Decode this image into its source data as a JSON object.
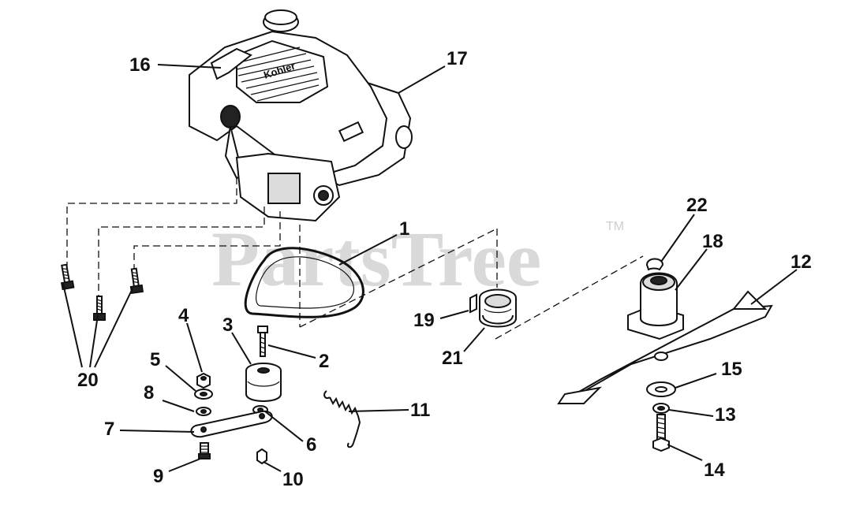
{
  "watermark": {
    "text": "PartsTree",
    "trademark": "TM"
  },
  "engine_badge_text": "Kohler",
  "callouts": [
    {
      "id": "1",
      "label": "1"
    },
    {
      "id": "2",
      "label": "2"
    },
    {
      "id": "3",
      "label": "3"
    },
    {
      "id": "4",
      "label": "4"
    },
    {
      "id": "5",
      "label": "5"
    },
    {
      "id": "6",
      "label": "6"
    },
    {
      "id": "7",
      "label": "7"
    },
    {
      "id": "8",
      "label": "8"
    },
    {
      "id": "9",
      "label": "9"
    },
    {
      "id": "10",
      "label": "10"
    },
    {
      "id": "11",
      "label": "11"
    },
    {
      "id": "12",
      "label": "12"
    },
    {
      "id": "13",
      "label": "13"
    },
    {
      "id": "14",
      "label": "14"
    },
    {
      "id": "15",
      "label": "15"
    },
    {
      "id": "16",
      "label": "16"
    },
    {
      "id": "17",
      "label": "17"
    },
    {
      "id": "18",
      "label": "18"
    },
    {
      "id": "19",
      "label": "19"
    },
    {
      "id": "20",
      "label": "20"
    },
    {
      "id": "21",
      "label": "21"
    },
    {
      "id": "22",
      "label": "22"
    }
  ]
}
